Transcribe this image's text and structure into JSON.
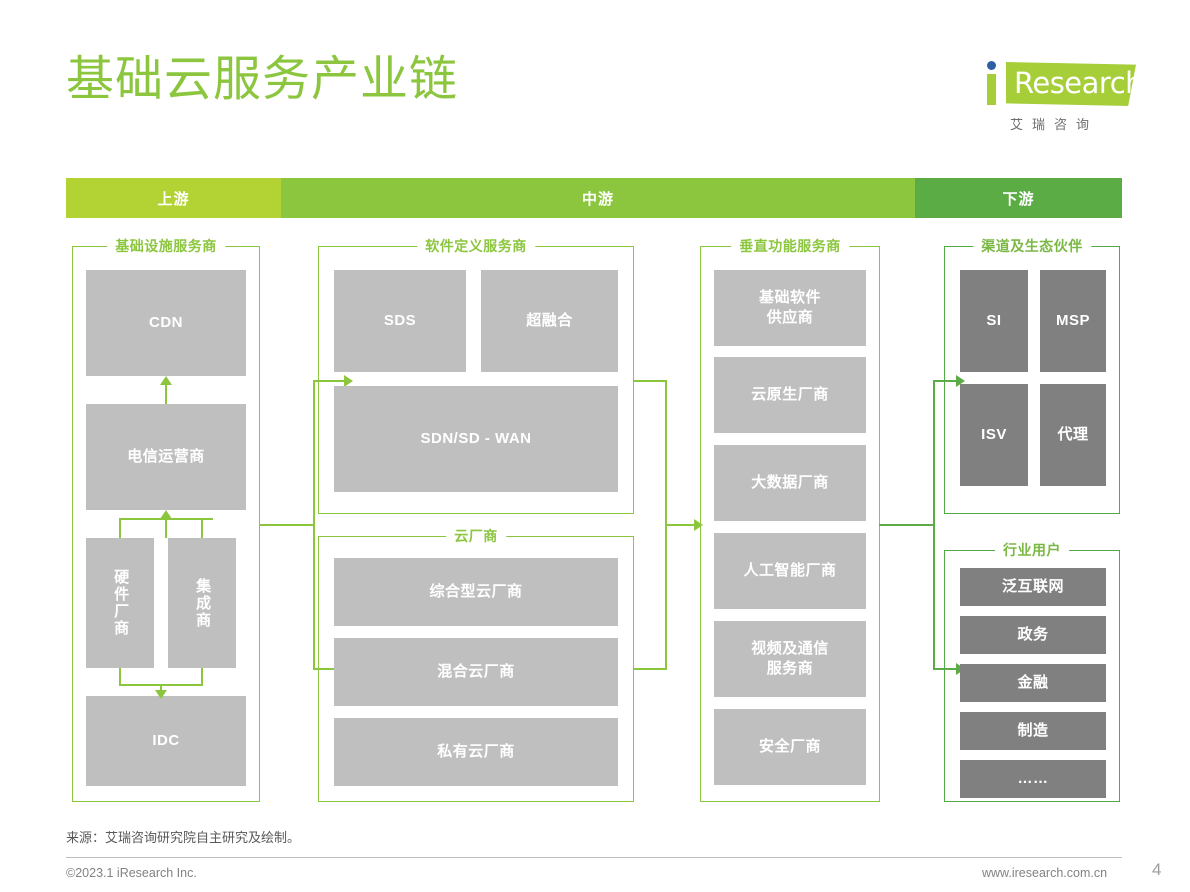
{
  "header": {
    "title": "基础云服务产业链",
    "logo": {
      "word": "Research",
      "cn": "艾瑞咨询",
      "dot_color": "#2e5fa3",
      "green": "#a6ce39"
    }
  },
  "band": {
    "upstream": "上游",
    "midstream": "中游",
    "downstream": "下游",
    "colors": {
      "upstream": "#b3d334",
      "midstream": "#8cc63f",
      "downstream": "#5cac46"
    }
  },
  "groups": {
    "infrastructure": {
      "caption": "基础设施服务商",
      "boxes": [
        "CDN",
        "电信运营商",
        "硬件厂商",
        "集成商",
        "IDC"
      ]
    },
    "software_defined": {
      "caption": "软件定义服务商",
      "boxes": [
        "SDS",
        "超融合",
        "SDN/SD - WAN"
      ]
    },
    "cloud_vendors": {
      "caption": "云厂商",
      "boxes": [
        "综合型云厂商",
        "混合云厂商",
        "私有云厂商"
      ]
    },
    "vertical_function": {
      "caption": "垂直功能服务商",
      "boxes": [
        "基础软件\n供应商",
        "云原生厂商",
        "大数据厂商",
        "人工智能厂商",
        "视频及通信\n服务商",
        "安全厂商"
      ]
    },
    "channel_partners": {
      "caption": "渠道及生态伙伴",
      "boxes": [
        "SI",
        "MSP",
        "ISV",
        "代理"
      ]
    },
    "industry_users": {
      "caption": "行业用户",
      "boxes": [
        "泛互联网",
        "政务",
        "金融",
        "制造",
        "……"
      ]
    }
  },
  "footer": {
    "source": "来源：艾瑞咨询研究院自主研究及绘制。",
    "copyright": "©2023.1 iResearch Inc.",
    "website": "www.iresearch.com.cn",
    "page_number": "4"
  },
  "palette": {
    "box_light": "#bfbfbf",
    "box_dark": "#808080",
    "accent": "#8cc63f"
  }
}
